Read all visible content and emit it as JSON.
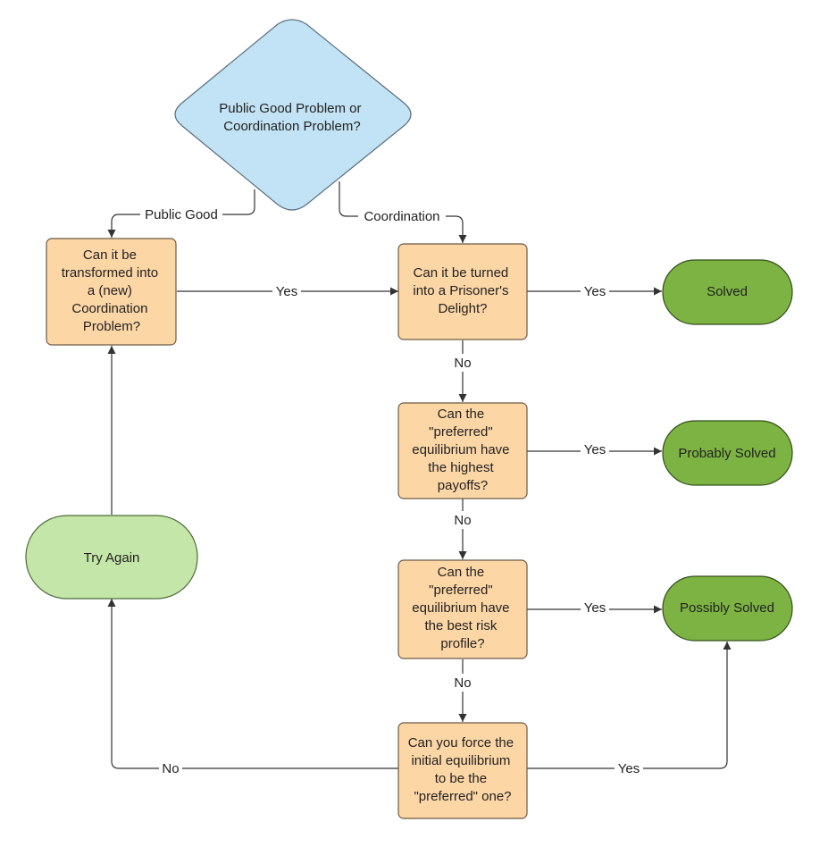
{
  "colors": {
    "decision_fill": "#c2e3f5",
    "decision_stroke": "#5a6f7d",
    "process_fill": "#fdd6a6",
    "process_stroke": "#6b5a44",
    "terminal_dark_fill": "#7cb342",
    "terminal_dark_stroke": "#33501b",
    "terminal_light_fill": "#c5e6a9",
    "terminal_light_stroke": "#4d6b3a",
    "line": "#333333"
  },
  "nodes": {
    "start": {
      "shape": "diamond",
      "lines": [
        "Public Good Problem or",
        "Coordination Problem?"
      ]
    },
    "transform": {
      "shape": "rounded-rectangle",
      "lines": [
        "Can it be",
        "transformed into",
        "a (new)",
        "Coordination",
        "Problem?"
      ]
    },
    "prisoners_delight": {
      "shape": "rounded-rectangle",
      "lines": [
        "Can it be turned",
        "into a Prisoner's",
        "Delight?"
      ]
    },
    "highest_payoffs": {
      "shape": "rounded-rectangle",
      "lines": [
        "Can the",
        "\"preferred\"",
        "equilibrium have",
        "the highest",
        "payoffs?"
      ]
    },
    "best_risk": {
      "shape": "rounded-rectangle",
      "lines": [
        "Can the",
        "\"preferred\"",
        "equilibrium have",
        "the best risk",
        "profile?"
      ]
    },
    "force_equilibrium": {
      "shape": "rounded-rectangle",
      "lines": [
        "Can you force the",
        "initial equilibrium",
        "to be the",
        "\"preferred\" one?"
      ]
    },
    "solved": {
      "shape": "terminal",
      "lines": [
        "Solved"
      ]
    },
    "probably_solved": {
      "shape": "terminal",
      "lines": [
        "Probably Solved"
      ]
    },
    "possibly_solved": {
      "shape": "terminal",
      "lines": [
        "Possibly Solved"
      ]
    },
    "try_again": {
      "shape": "terminal",
      "lines": [
        "Try Again"
      ]
    }
  },
  "edges": {
    "public_good": {
      "from": "start",
      "to": "transform",
      "label": "Public Good"
    },
    "coordination": {
      "from": "start",
      "to": "prisoners_delight",
      "label": "Coordination"
    },
    "transform_yes": {
      "from": "transform",
      "to": "prisoners_delight",
      "label": "Yes"
    },
    "delight_yes": {
      "from": "prisoners_delight",
      "to": "solved",
      "label": "Yes"
    },
    "delight_no": {
      "from": "prisoners_delight",
      "to": "highest_payoffs",
      "label": "No"
    },
    "payoffs_yes": {
      "from": "highest_payoffs",
      "to": "probably_solved",
      "label": "Yes"
    },
    "payoffs_no": {
      "from": "highest_payoffs",
      "to": "best_risk",
      "label": "No"
    },
    "risk_yes": {
      "from": "best_risk",
      "to": "possibly_solved",
      "label": "Yes"
    },
    "risk_no": {
      "from": "best_risk",
      "to": "force_equilibrium",
      "label": "No"
    },
    "force_yes": {
      "from": "force_equilibrium",
      "to": "possibly_solved",
      "label": "Yes"
    },
    "force_no": {
      "from": "force_equilibrium",
      "to": "try_again",
      "label": "No"
    },
    "try_again_up": {
      "from": "try_again",
      "to": "transform",
      "label": ""
    }
  }
}
